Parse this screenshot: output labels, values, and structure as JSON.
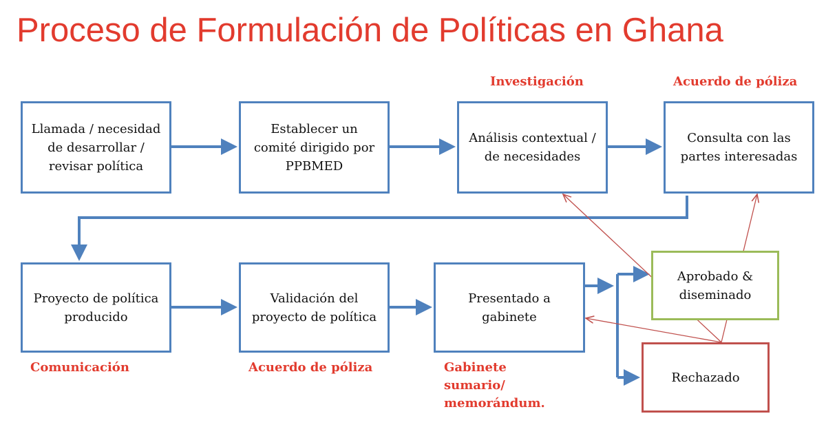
{
  "title": "Proceso de Formulación de Políticas en Ghana",
  "boxes": {
    "llamada": "Llamada / necesidad de desarrollar / revisar política",
    "comite": "Establecer un comité dirigido por PPBMED",
    "analisis": "Análisis contextual / de necesidades",
    "consulta": "Consulta con las partes interesadas",
    "proyecto": "Proyecto de política producido",
    "validacion": "Validación del proyecto de política",
    "presentado": "Presentado a gabinete",
    "aprobado": "Aprobado & diseminado",
    "rechazado": "Rechazado"
  },
  "notes": {
    "investigacion": "Investigación",
    "acuerdo_top": "Acuerdo de póliza",
    "comunicacion": "Comunicación",
    "acuerdo_bottom": "Acuerdo de póliza",
    "gabinete_1": "Gabinete",
    "gabinete_2": "sumario/",
    "gabinete_3": "memorándum."
  },
  "colors": {
    "title": "#e23b2e",
    "box_border": "#4f81bd",
    "approved_border": "#9bbb59",
    "rejected_border": "#c0504d",
    "arrow": "#4f81bd",
    "feedback_arrow": "#c0504d"
  }
}
